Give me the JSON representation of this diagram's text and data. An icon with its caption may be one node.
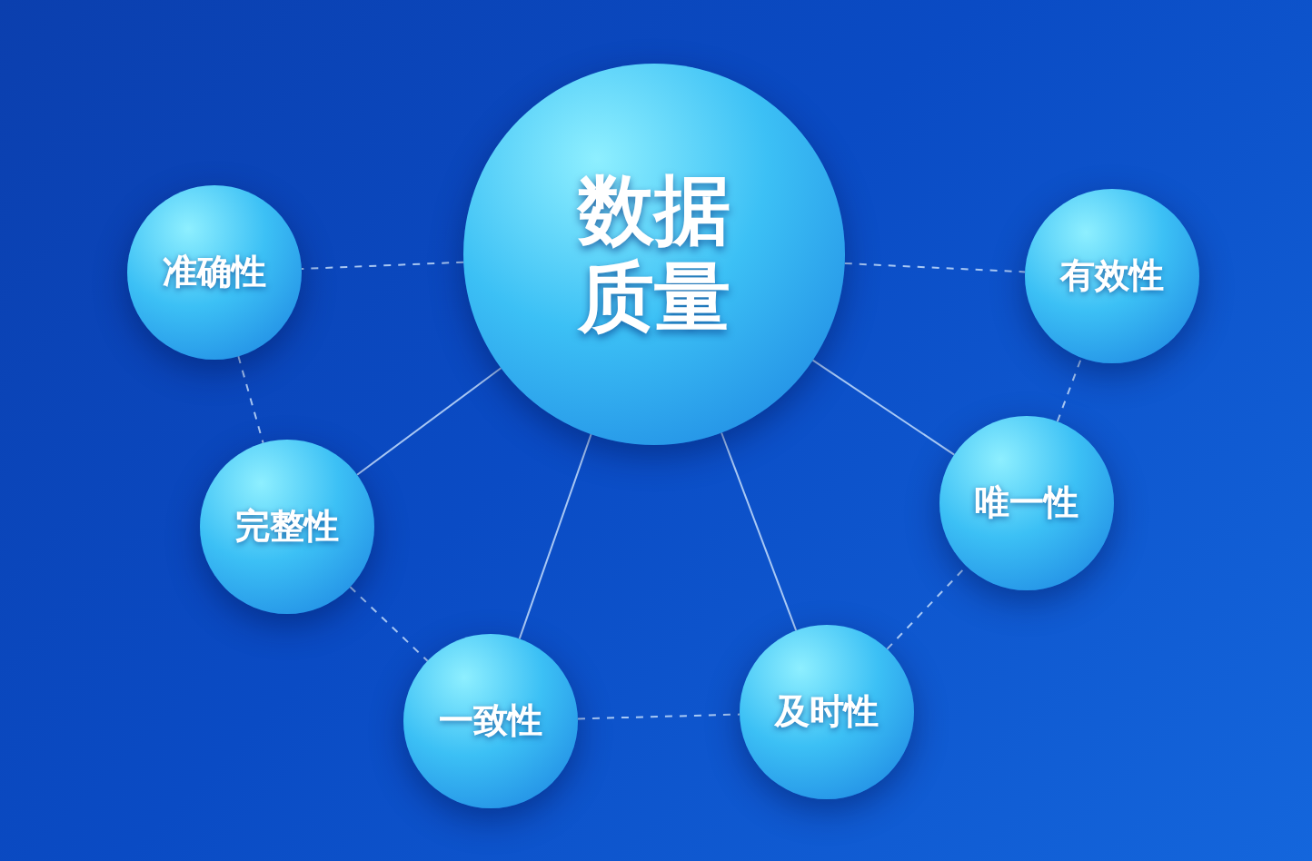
{
  "diagram": {
    "nodes": [
      {
        "text": [
          "数据质量"
        ]
      },
      {
        "text": [
          "准确性"
        ]
      },
      {
        "text": [
          "有效性"
        ]
      },
      {
        "text": [
          "完整性"
        ]
      },
      {
        "text": [
          "唯一性"
        ]
      },
      {
        "text": [
          "一致性"
        ]
      },
      {
        "text": [
          "及时性"
        ]
      }
    ],
    "edges": [
      {
        "from": 0,
        "to": 1,
        "arrow": "none",
        "style": "dashed"
      },
      {
        "from": 0,
        "to": 2,
        "arrow": "none",
        "style": "dashed"
      },
      {
        "from": 0,
        "to": 3,
        "arrow": "none"
      },
      {
        "from": 0,
        "to": 5,
        "arrow": "none"
      },
      {
        "from": 0,
        "to": 6,
        "arrow": "none"
      },
      {
        "from": 0,
        "to": 4,
        "arrow": "none"
      },
      {
        "from": 1,
        "to": 3,
        "arrow": "none",
        "style": "dashed"
      },
      {
        "from": 3,
        "to": 5,
        "arrow": "none",
        "style": "dashed"
      },
      {
        "from": 5,
        "to": 6,
        "arrow": "none",
        "style": "dashed"
      },
      {
        "from": 6,
        "to": 4,
        "arrow": "none",
        "style": "dashed"
      },
      {
        "from": 4,
        "to": 2,
        "arrow": "none",
        "style": "dashed"
      }
    ]
  }
}
